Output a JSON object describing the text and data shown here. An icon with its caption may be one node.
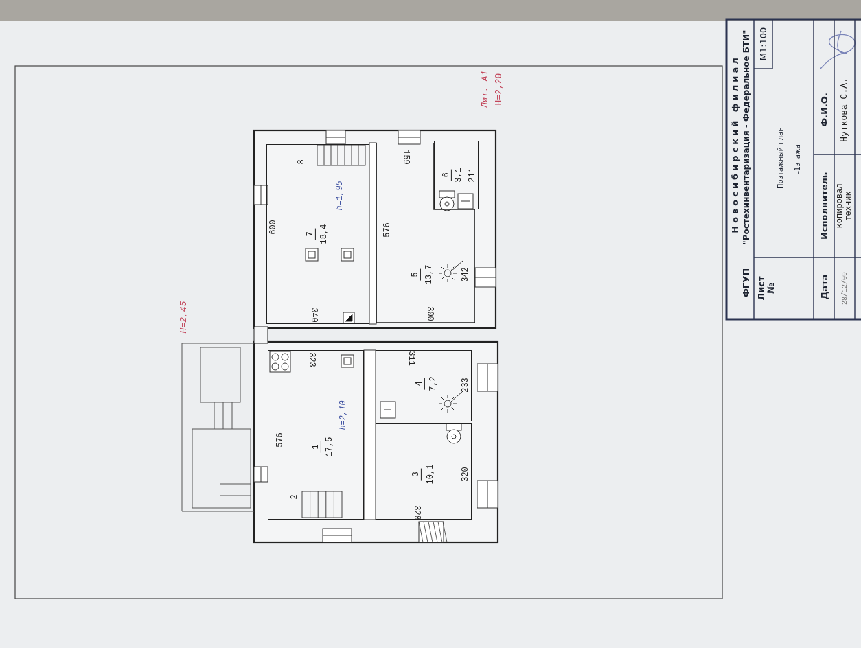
{
  "diagram": {
    "nodes": [
      {
        "text": [
          "7",
          "18,4",
          "600",
          "340"
        ]
      },
      {
        "text": [
          "5",
          "13,7",
          "576",
          "300",
          "342",
          "159"
        ]
      },
      {
        "text": [
          "6",
          "3,1",
          "211"
        ]
      },
      {
        "text": [
          "1",
          "17,5",
          "576",
          "323"
        ]
      },
      {
        "text": [
          "4",
          "7,2",
          "311",
          "233"
        ]
      },
      {
        "text": [
          "3",
          "10,1",
          "320",
          "328"
        ]
      }
    ],
    "labels": [
      "Лит. А1",
      "H=2,20",
      "H=2,45",
      "h=1,95",
      "h=2,10",
      "8",
      "2",
      "ФГУП",
      "Новосибирский филиал",
      "\"Ростехинвентаризация - Федеральное БТИ\"",
      "Лист №",
      "Поэтажный план",
      "–1этажа",
      "М1:100",
      "Дата",
      "Исполнитель",
      "Ф.И.О.",
      "28/12/09",
      "копировал техник",
      "Нуткова С.А."
    ]
  }
}
